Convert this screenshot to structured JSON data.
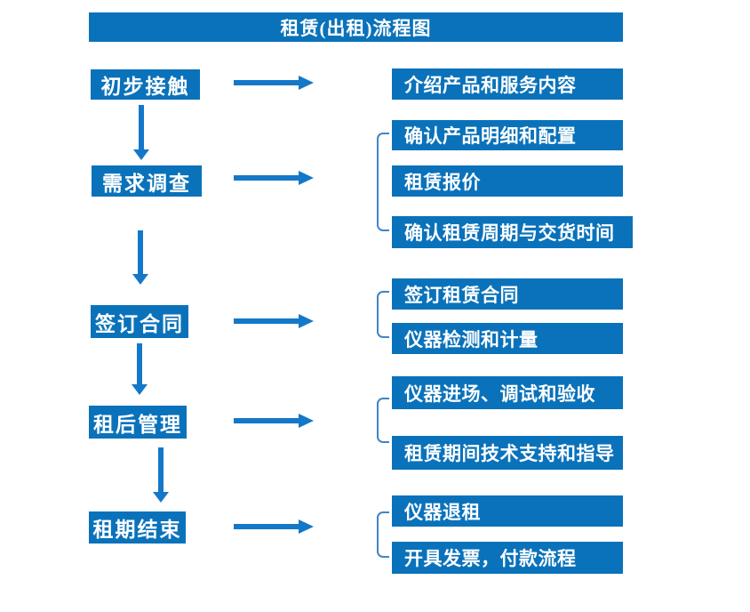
{
  "title": "租赁(出租)流程图",
  "colors": {
    "box_blue": "#0a72ba",
    "arrow_blue": "#1478c8",
    "bracket_blue": "#3f85c6",
    "text": "#ffffff",
    "background": "#ffffff"
  },
  "flow": {
    "steps": [
      {
        "label": "初步接触",
        "details": [
          "介绍产品和服务内容"
        ]
      },
      {
        "label": "需求调查",
        "details": [
          "确认产品明细和配置",
          "租赁报价",
          "确认租赁周期与交货时间"
        ]
      },
      {
        "label": "签订合同",
        "details": [
          "签订租赁合同",
          "仪器检测和计量"
        ]
      },
      {
        "label": "租后管理",
        "details": [
          "仪器进场、调试和验收",
          "租赁期间技术支持和指导"
        ]
      },
      {
        "label": "租期结束",
        "details": [
          "仪器退租",
          "开具发票，付款流程"
        ]
      }
    ]
  }
}
